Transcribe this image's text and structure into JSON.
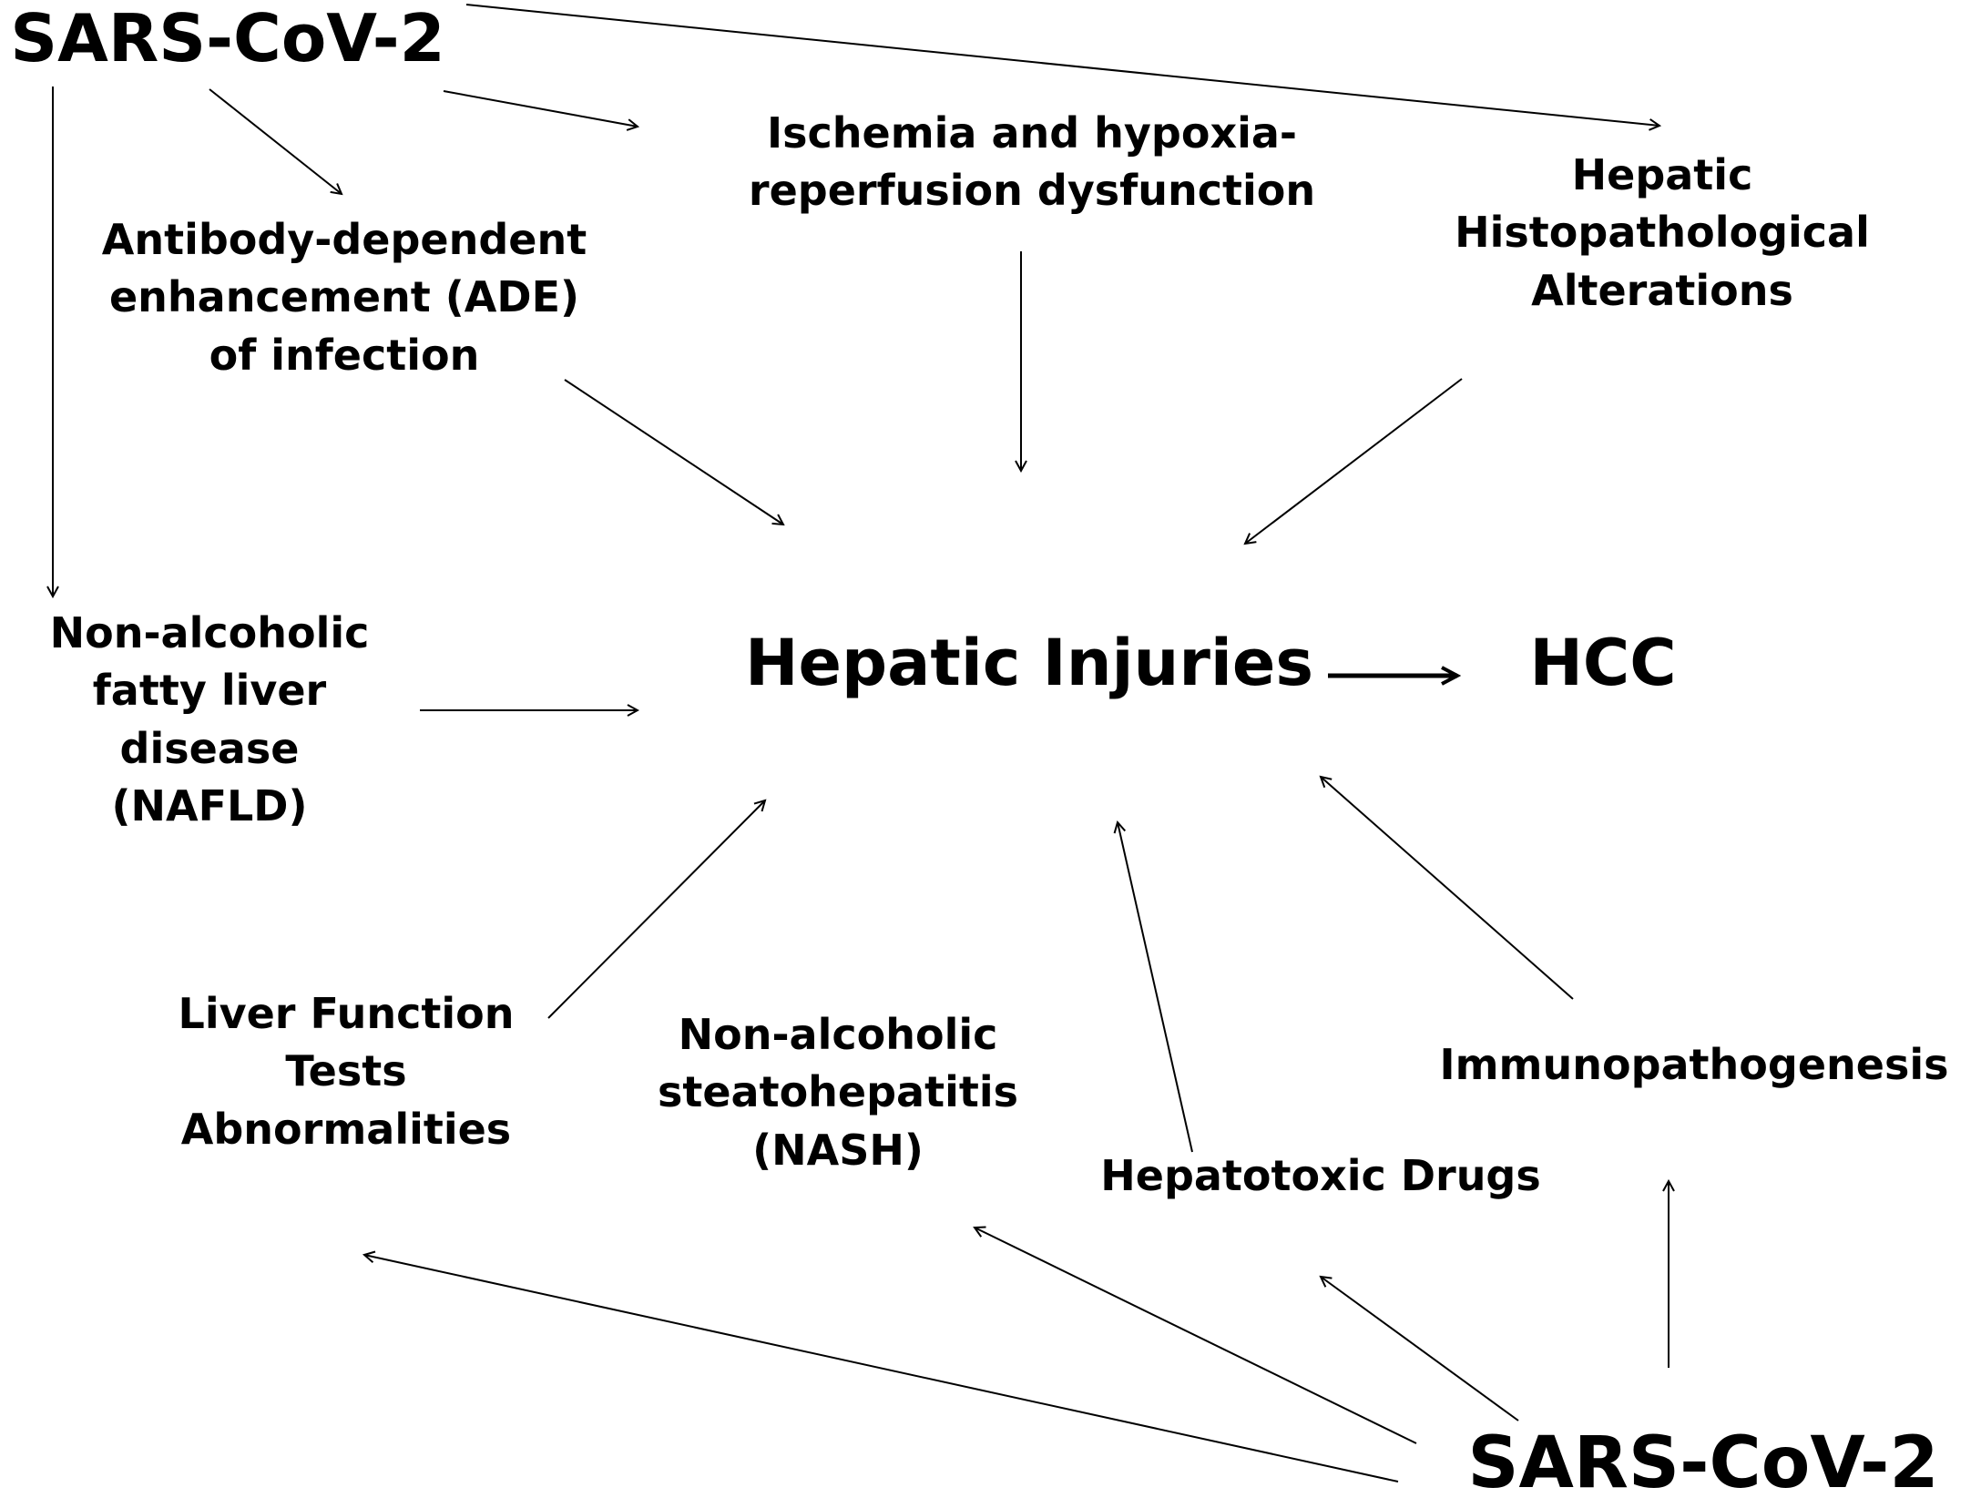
{
  "nodes": {
    "sars_top": "SARS-CoV-2",
    "ade": [
      "Antibody-dependent",
      "enhancement (ADE)",
      "of infection"
    ],
    "ischemia": [
      "Ischemia and hypoxia-",
      "reperfusion dysfunction"
    ],
    "histo": [
      "Hepatic",
      "Histopathological",
      "Alterations"
    ],
    "nafld": [
      "Non-alcoholic",
      "fatty liver",
      "disease",
      "(NAFLD)"
    ],
    "injuries": "Hepatic Injuries",
    "hcc": "HCC",
    "lft": [
      "Liver Function",
      "Tests",
      "Abnormalities"
    ],
    "nash": [
      "Non-alcoholic",
      "steatohepatitis",
      "(NASH)"
    ],
    "drugs": "Hepatotoxic Drugs",
    "immuno": "Immunopathogenesis",
    "sars_bottom": "SARS-CoV-2"
  },
  "edges": [
    {
      "from": "sars_top",
      "to": "ade"
    },
    {
      "from": "sars_top",
      "to": "ischemia"
    },
    {
      "from": "sars_top",
      "to": "histo"
    },
    {
      "from": "sars_top",
      "to": "nafld"
    },
    {
      "from": "ade",
      "to": "injuries"
    },
    {
      "from": "ischemia",
      "to": "injuries"
    },
    {
      "from": "histo",
      "to": "injuries"
    },
    {
      "from": "nafld",
      "to": "injuries"
    },
    {
      "from": "injuries",
      "to": "hcc"
    },
    {
      "from": "lft",
      "to": "injuries"
    },
    {
      "from": "drugs",
      "to": "injuries"
    },
    {
      "from": "immuno",
      "to": "injuries"
    },
    {
      "from": "sars_bottom",
      "to": "lft"
    },
    {
      "from": "sars_bottom",
      "to": "nash"
    },
    {
      "from": "sars_bottom",
      "to": "drugs"
    },
    {
      "from": "sars_bottom",
      "to": "immuno"
    }
  ]
}
